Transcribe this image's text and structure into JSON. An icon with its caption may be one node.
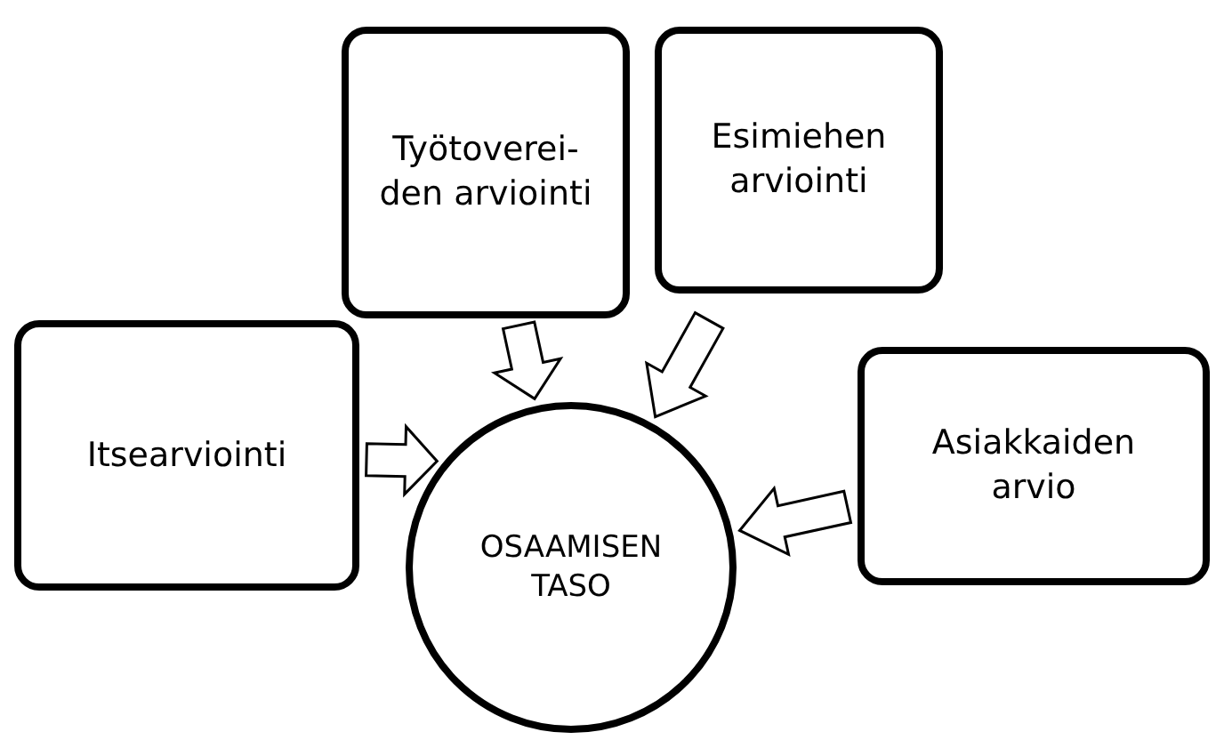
{
  "diagram": {
    "nodes": [
      {
        "text": [
          "Työtoverei-den arviointi"
        ]
      },
      {
        "text": [
          "Esimiehen arviointi"
        ]
      },
      {
        "text": [
          "Itsearviointi"
        ]
      },
      {
        "text": [
          "Asiakkaiden arvio"
        ]
      },
      {
        "text": [
          "OSAAMISEN TASO"
        ]
      }
    ],
    "edges": [
      {
        "from": 0,
        "to": 4,
        "arrow": "to"
      },
      {
        "from": 1,
        "to": 4,
        "arrow": "to"
      },
      {
        "from": 2,
        "to": 4,
        "arrow": "to"
      },
      {
        "from": 3,
        "to": 4,
        "arrow": "to"
      }
    ]
  }
}
